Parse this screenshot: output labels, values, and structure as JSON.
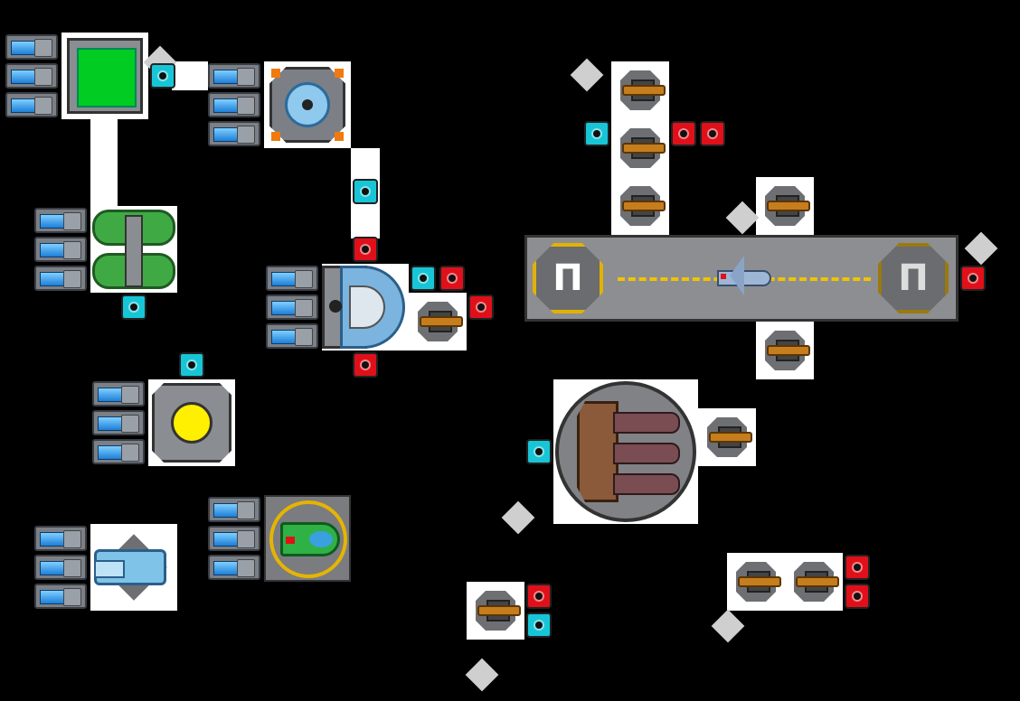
{
  "game": {
    "screen": "ship-module-layout",
    "colors": {
      "background": "#000000",
      "connector": "#ffffff",
      "node_cyan": "#17c6d6",
      "node_red": "#e0101a",
      "module_grey": "#8a8d92",
      "gun_orange": "#c57d1d",
      "reactor_yellow": "#ffef00",
      "hull_green": "#00cc22"
    },
    "modules": [
      {
        "name": "green-core",
        "icon": "green-square-core-icon"
      },
      {
        "name": "shield-generator",
        "icon": "blue-shield-generator-icon"
      },
      {
        "name": "green-fuel-tanks",
        "icon": "green-tank-icon"
      },
      {
        "name": "cockpit",
        "icon": "blue-dome-cockpit-icon"
      },
      {
        "name": "yellow-reactor",
        "icon": "yellow-reactor-icon"
      },
      {
        "name": "blue-engine",
        "icon": "blue-engine-icon"
      },
      {
        "name": "green-drone-bay",
        "icon": "green-drone-icon"
      },
      {
        "name": "hangar-runway",
        "icon": "runway-icon",
        "pad_labels": [
          "Π",
          "Π"
        ]
      },
      {
        "name": "missile-silo",
        "icon": "missile-silo-icon"
      },
      {
        "name": "turret",
        "icon": "orange-turret-icon"
      }
    ]
  }
}
